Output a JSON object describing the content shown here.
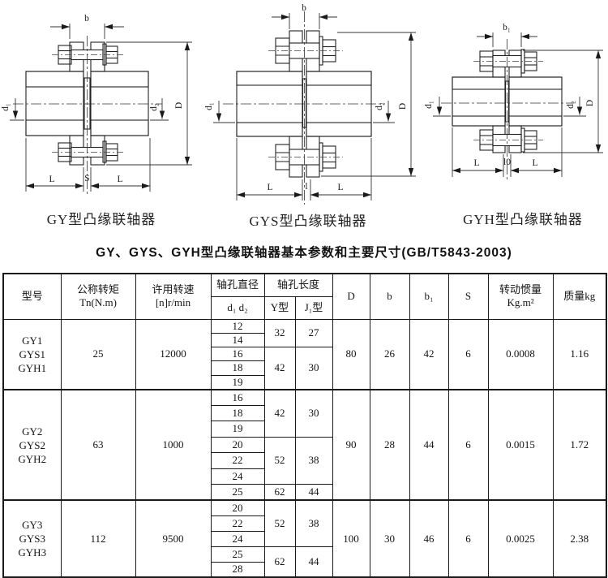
{
  "title": "GY、GYS、GYH型凸缘联轴器基本参数和主要尺寸(GB/T5843-2003)",
  "figures": {
    "items": [
      {
        "caption": "GY型凸缘联轴器",
        "labels": {
          "top": "b",
          "left": "d₁",
          "right": "d₂",
          "diameter": "D",
          "bottom_left": "L",
          "bottom_mid": "S",
          "bottom_right": "L"
        }
      },
      {
        "caption": "GYS型凸缘联轴器",
        "labels": {
          "top": "b",
          "left": "d₁",
          "right": "d₂",
          "diameter": "D",
          "bottom_left": "L",
          "bottom_mid": "l",
          "bottom_right": "L"
        }
      },
      {
        "caption": "GYH型凸缘联轴器",
        "labels": {
          "top": "b₁",
          "left": "d₁",
          "right": "d₂",
          "diameter": "D",
          "bottom_left": "L",
          "bottom_mid": "l0",
          "bottom_right": "L"
        }
      }
    ]
  },
  "table": {
    "header": {
      "model": "型号",
      "torque_l1": "公称转矩",
      "torque_l2": "Tn(N.m)",
      "speed_l1": "许用转速",
      "speed_l2": "[n]r/min",
      "bore_dia": "轴孔直径",
      "bore_dia_sub": "d₁ d₂",
      "bore_len": "轴孔长度",
      "y_type": "Y型",
      "j1_type": "J₁型",
      "D": "D",
      "b": "b",
      "b1": "b₁",
      "S": "S",
      "inertia_l1": "转动惯量",
      "inertia_l2": "Kg.m²",
      "mass": "质量kg"
    },
    "groups": [
      {
        "models": [
          "GY1",
          "GYS1",
          "GYH1"
        ],
        "torque": "25",
        "speed": "12000",
        "d": [
          "12",
          "14",
          "16",
          "18",
          "19"
        ],
        "len": [
          {
            "y": "32",
            "j1": "27"
          },
          {
            "y": "42",
            "j1": "30"
          }
        ],
        "D": "80",
        "b": "26",
        "b1": "42",
        "S": "6",
        "inertia": "0.0008",
        "mass": "1.16"
      },
      {
        "models": [
          "GY2",
          "GYS2",
          "GYH2"
        ],
        "torque": "63",
        "speed": "1000",
        "d": [
          "16",
          "18",
          "19",
          "20",
          "22",
          "24",
          "25"
        ],
        "len": [
          {
            "y": "42",
            "j1": "30"
          },
          {
            "y": "52",
            "j1": "38"
          },
          {
            "y": "62",
            "j1": "44"
          }
        ],
        "D": "90",
        "b": "28",
        "b1": "44",
        "S": "6",
        "inertia": "0.0015",
        "mass": "1.72"
      },
      {
        "models": [
          "GY3",
          "GYS3",
          "GYH3"
        ],
        "torque": "112",
        "speed": "9500",
        "d": [
          "20",
          "22",
          "24",
          "25",
          "28"
        ],
        "len": [
          {
            "y": "52",
            "j1": "38"
          },
          {
            "y": "62",
            "j1": "44"
          }
        ],
        "D": "100",
        "b": "30",
        "b1": "46",
        "S": "6",
        "inertia": "0.0025",
        "mass": "2.38"
      }
    ]
  }
}
